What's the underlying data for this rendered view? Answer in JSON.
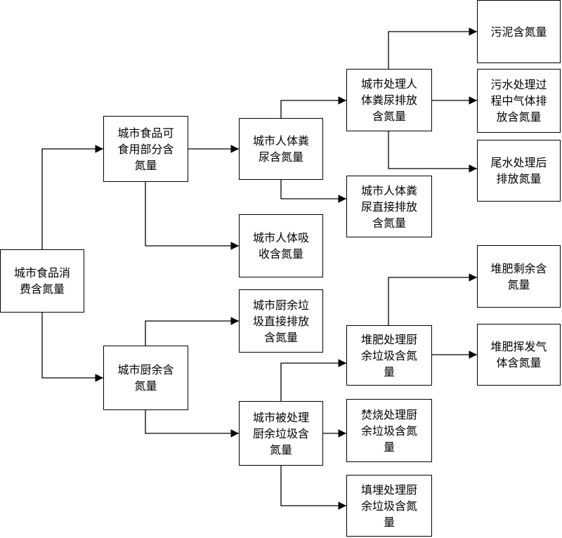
{
  "nodes": {
    "consumption": "城市食品消\n费含氮量",
    "edible": "城市食品可\n食用部分含\n氮量",
    "kitchen": "城市厨余含\n氮量",
    "excreta": "城市人体粪\n尿含氮量",
    "absorb": "城市人体吸\n收含氮量",
    "kitchen_direct": "城市厨余垃\n圾直接排放\n含氮量",
    "kitchen_treated": "城市被处理\n厨余垃圾含\n氮量",
    "treated_excreta": "城市处理人\n体粪尿排放\n含氮量",
    "direct_excreta": "城市人体粪\n尿直接排放\n含氮量",
    "compost": "堆肥处理厨\n余垃圾含氮\n量",
    "incineration": "焚烧处理厨\n余垃圾含氮\n量",
    "landfill": "填埋处理厨\n余垃圾含氮\n量",
    "sludge": "污泥含氮量",
    "sewage_gas": "污水处理过\n程中气体排\n放含氮量",
    "tailwater": "尾水处理后\n排放氮量",
    "compost_residue": "堆肥剩余含\n氮量",
    "compost_volatile": "堆肥挥发气\n体含氮量"
  }
}
